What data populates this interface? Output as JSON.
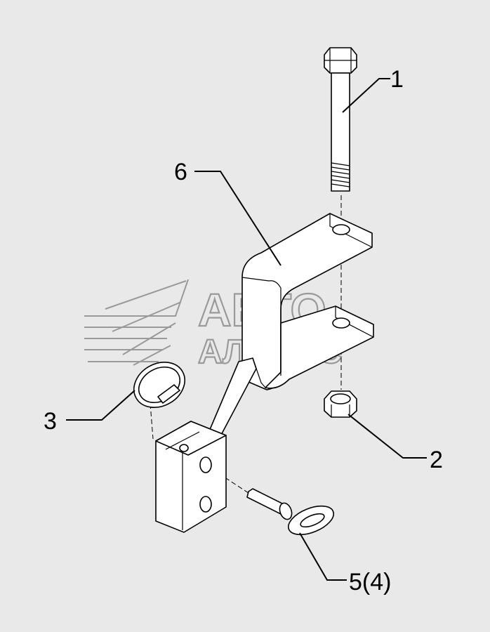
{
  "watermark": {
    "line1": "АВТО",
    "line2": "АЛЬЯНС"
  },
  "callouts": {
    "c1": "1",
    "c2": "2",
    "c3": "3",
    "c5": "5(4)",
    "c6": "6"
  },
  "colors": {
    "background": "#e9e9e9",
    "line": "#000000",
    "watermark": "#9a9a9a"
  }
}
